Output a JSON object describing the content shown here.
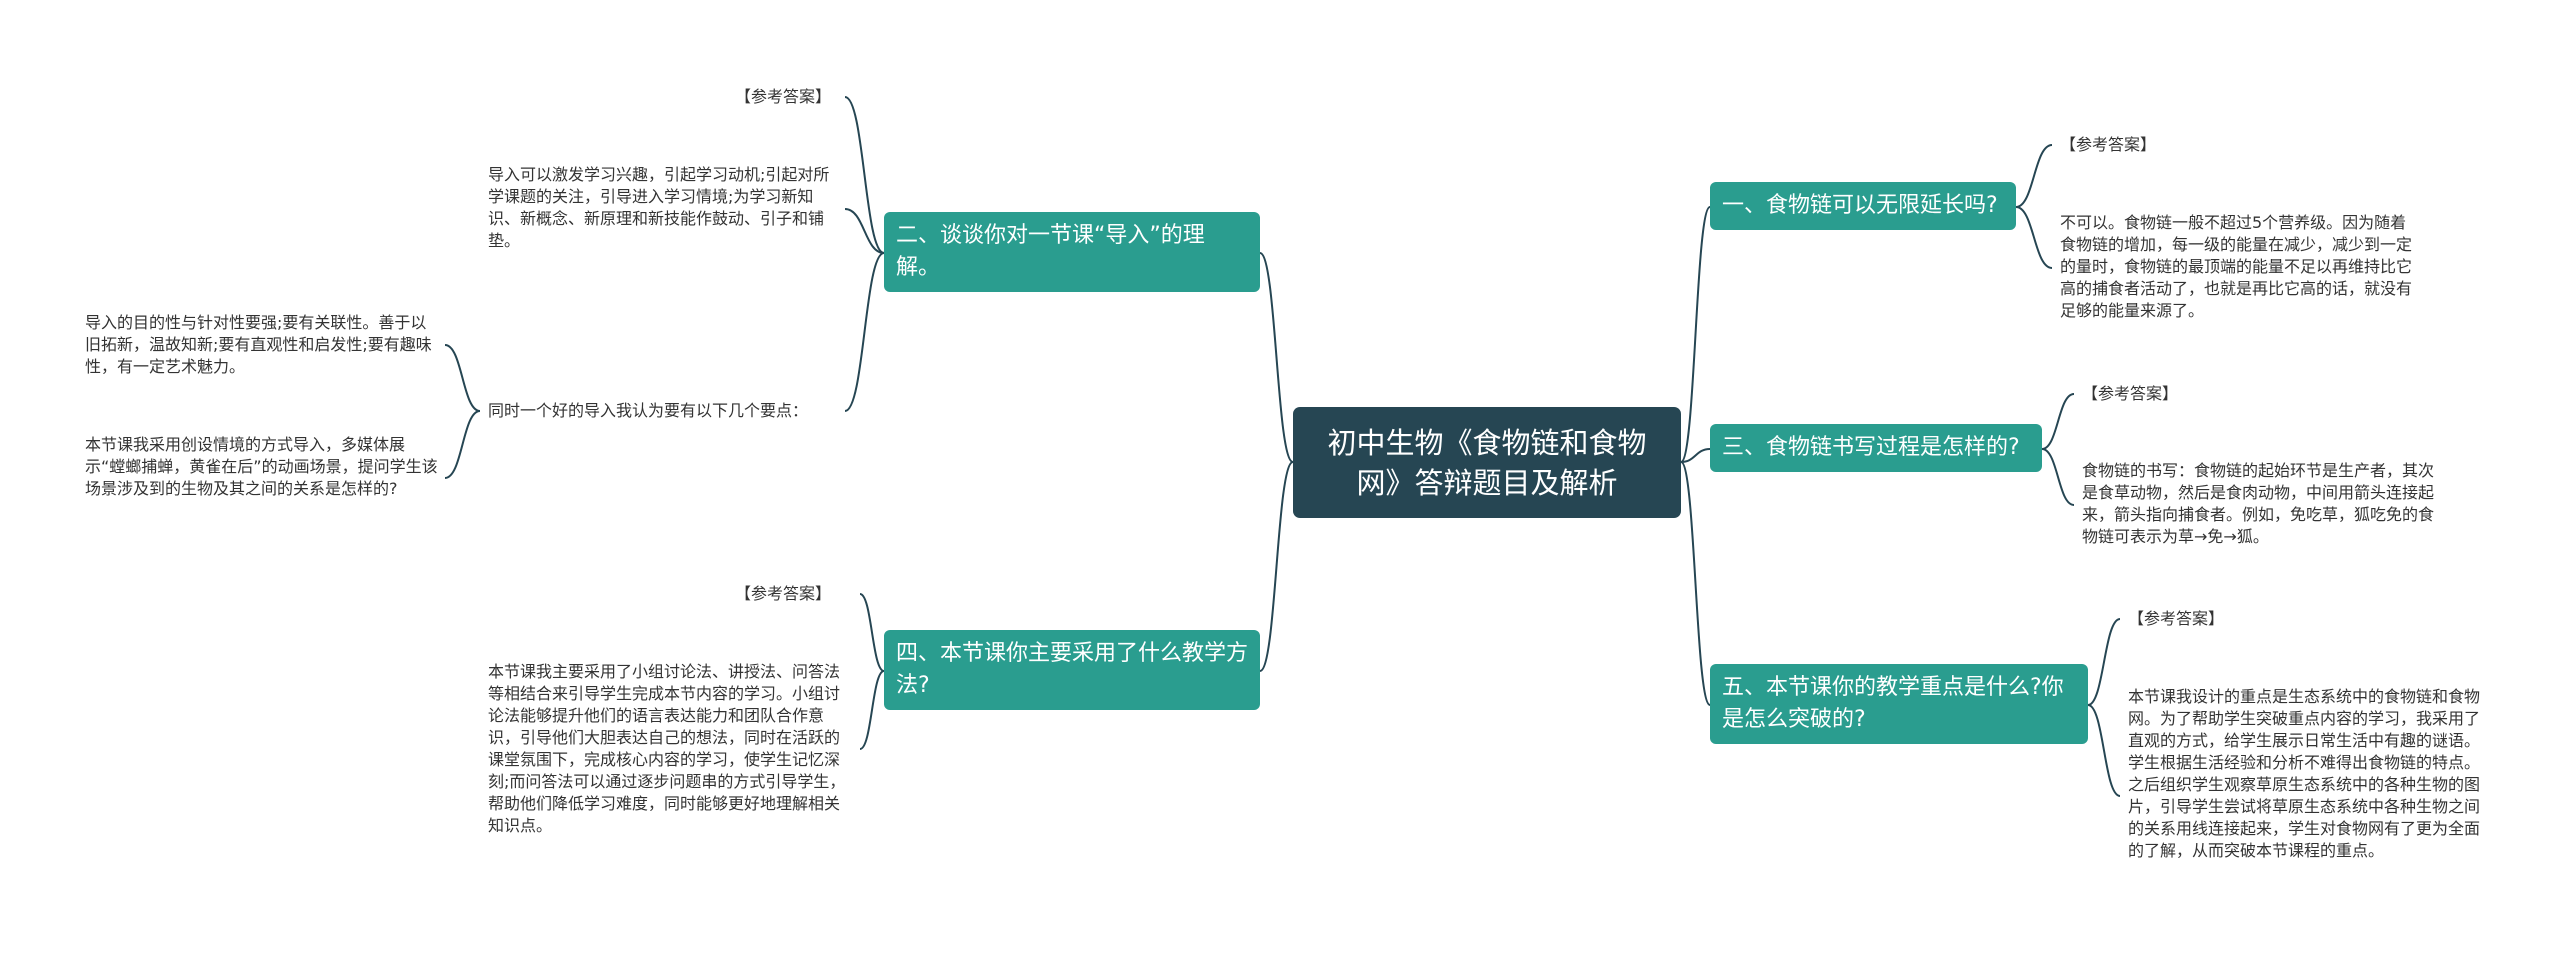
{
  "root": {
    "title": "初中生物《食物链和食物网》答辩题目及解析"
  },
  "answer_label": "【参考答案】",
  "colors": {
    "root": "#264653",
    "branch": "#2a9d8f",
    "line": "#264653",
    "text": "#333333"
  },
  "left": {
    "q2": {
      "title": "二、谈谈你对一节课“导入”的理解。",
      "answer": "导入可以激发学习兴趣，引起学习动机;引起对所学课题的关注，引导进入学习情境;为学习新知识、新概念、新原理和新技能作鼓动、引子和铺垫。",
      "points_title": "同时一个好的导入我认为要有以下几个要点：",
      "point1": "导入的目的性与针对性要强;要有关联性。善于以旧拓新，温故知新;要有直观性和启发性;要有趣味性，有一定艺术魅力。",
      "point2": "本节课我采用创设情境的方式导入，多媒体展示“螳螂捕蝉，黄雀在后”的动画场景，提问学生该场景涉及到的生物及其之间的关系是怎样的?"
    },
    "q4": {
      "title": "四、本节课你主要采用了什么教学方法?",
      "answer": "本节课我主要采用了小组讨论法、讲授法、问答法等相结合来引导学生完成本节内容的学习。小组讨论法能够提升他们的语言表达能力和团队合作意识，引导他们大胆表达自己的想法，同时在活跃的课堂氛围下，完成核心内容的学习，使学生记忆深刻;而问答法可以通过逐步问题串的方式引导学生，帮助他们降低学习难度，同时能够更好地理解相关知识点。"
    }
  },
  "right": {
    "q1": {
      "title": "一、食物链可以无限延长吗?",
      "answer": "不可以。食物链一般不超过5个营养级。因为随着食物链的增加，每一级的能量在减少，减少到一定的量时，食物链的最顶端的能量不足以再维持比它高的捕食者活动了，也就是再比它高的话，就没有足够的能量来源了。"
    },
    "q3": {
      "title": "三、食物链书写过程是怎样的?",
      "answer": "食物链的书写：食物链的起始环节是生产者，其次是食草动物，然后是食肉动物，中间用箭头连接起来，箭头指向捕食者。例如，免吃草，狐吃免的食物链可表示为草→免→狐。"
    },
    "q5": {
      "title": "五、本节课你的教学重点是什么?你是怎么突破的?",
      "answer": "本节课我设计的重点是生态系统中的食物链和食物网。为了帮助学生突破重点内容的学习，我采用了直观的方式，给学生展示日常生活中有趣的谜语。学生根据生活经验和分析不难得出食物链的特点。之后组织学生观察草原生态系统中的各种生物的图片，引导学生尝试将草原生态系统中各种生物之间的关系用线连接起来，学生对食物网有了更为全面的了解，从而突破本节课程的重点。"
    }
  }
}
